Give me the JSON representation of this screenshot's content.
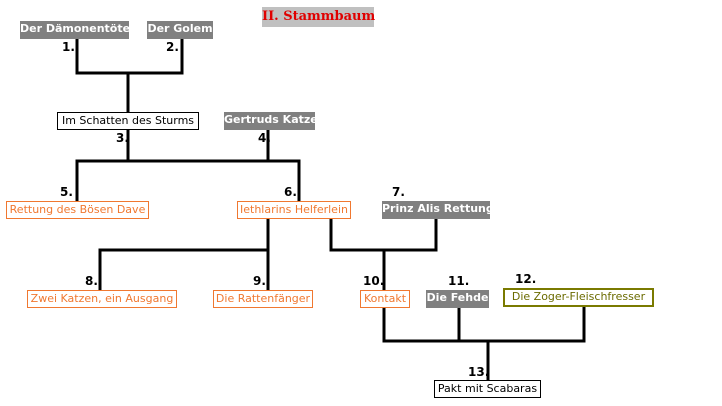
{
  "title": "II. Stammbaum",
  "colors": {
    "line": "#000000",
    "gray_box": "#808080",
    "orange": "#f07830",
    "olive": "#7a7a00",
    "title_text": "#e00000"
  },
  "nodes": {
    "daemonentoeter": {
      "label": "Der Dämonentöter",
      "number": "1.",
      "style": "gray"
    },
    "golem": {
      "label": "Der Golem",
      "number": "2.",
      "style": "gray"
    },
    "schatten": {
      "label": "Im Schatten des Sturms",
      "number": "3.",
      "style": "black"
    },
    "gertruds": {
      "label": "Gertruds Katze",
      "number": "4.",
      "style": "gray"
    },
    "rettung_dave": {
      "label": "Rettung des Bösen Dave",
      "number": "5.",
      "style": "orange"
    },
    "iethlarins": {
      "label": "Iethlarins Helferlein",
      "number": "6.",
      "style": "orange"
    },
    "prinz_alis": {
      "label": "Prinz Alis Rettung",
      "number": "7.",
      "style": "gray"
    },
    "zwei_katzen": {
      "label": "Zwei Katzen, ein Ausgang",
      "number": "8.",
      "style": "orange"
    },
    "rattenfaenger": {
      "label": "Die Rattenfänger",
      "number": "9.",
      "style": "orange"
    },
    "kontakt": {
      "label": "Kontakt",
      "number": "10.",
      "style": "orange"
    },
    "fehde": {
      "label": "Die Fehde",
      "number": "11.",
      "style": "gray"
    },
    "zoger": {
      "label": "Die Zoger-Fleischfresser",
      "number": "12.",
      "style": "olive"
    },
    "pakt": {
      "label": "Pakt mit Scabaras",
      "number": "13.",
      "style": "black"
    }
  }
}
